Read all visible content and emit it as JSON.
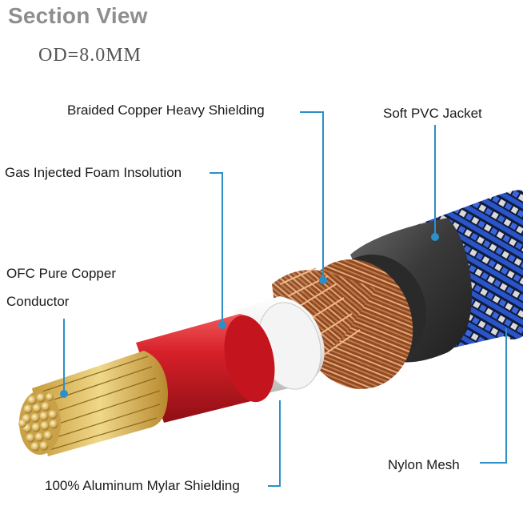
{
  "diagram": {
    "title": "Section View",
    "subtitle": "OD=8.0MM",
    "labels": {
      "braided_shielding": "Braided Copper Heavy Shielding",
      "pvc_jacket": "Soft PVC Jacket",
      "foam_insulation": "Gas Injected Foam Insolution",
      "conductor_line1": "OFC Pure Copper",
      "conductor_line2": "Conductor",
      "nylon_mesh": "Nylon Mesh",
      "mylar_shielding": "100% Aluminum Mylar Shielding"
    },
    "colors": {
      "leader_line": "#2d8fc7",
      "conductor_gold": "#d8b65a",
      "insulation_red": "#d7202a",
      "mylar_white": "#e6e6e6",
      "braid_copper": "#b36a3c",
      "jacket_gray": "#3c3c3c",
      "mesh_blue": "#2a55c8"
    }
  }
}
